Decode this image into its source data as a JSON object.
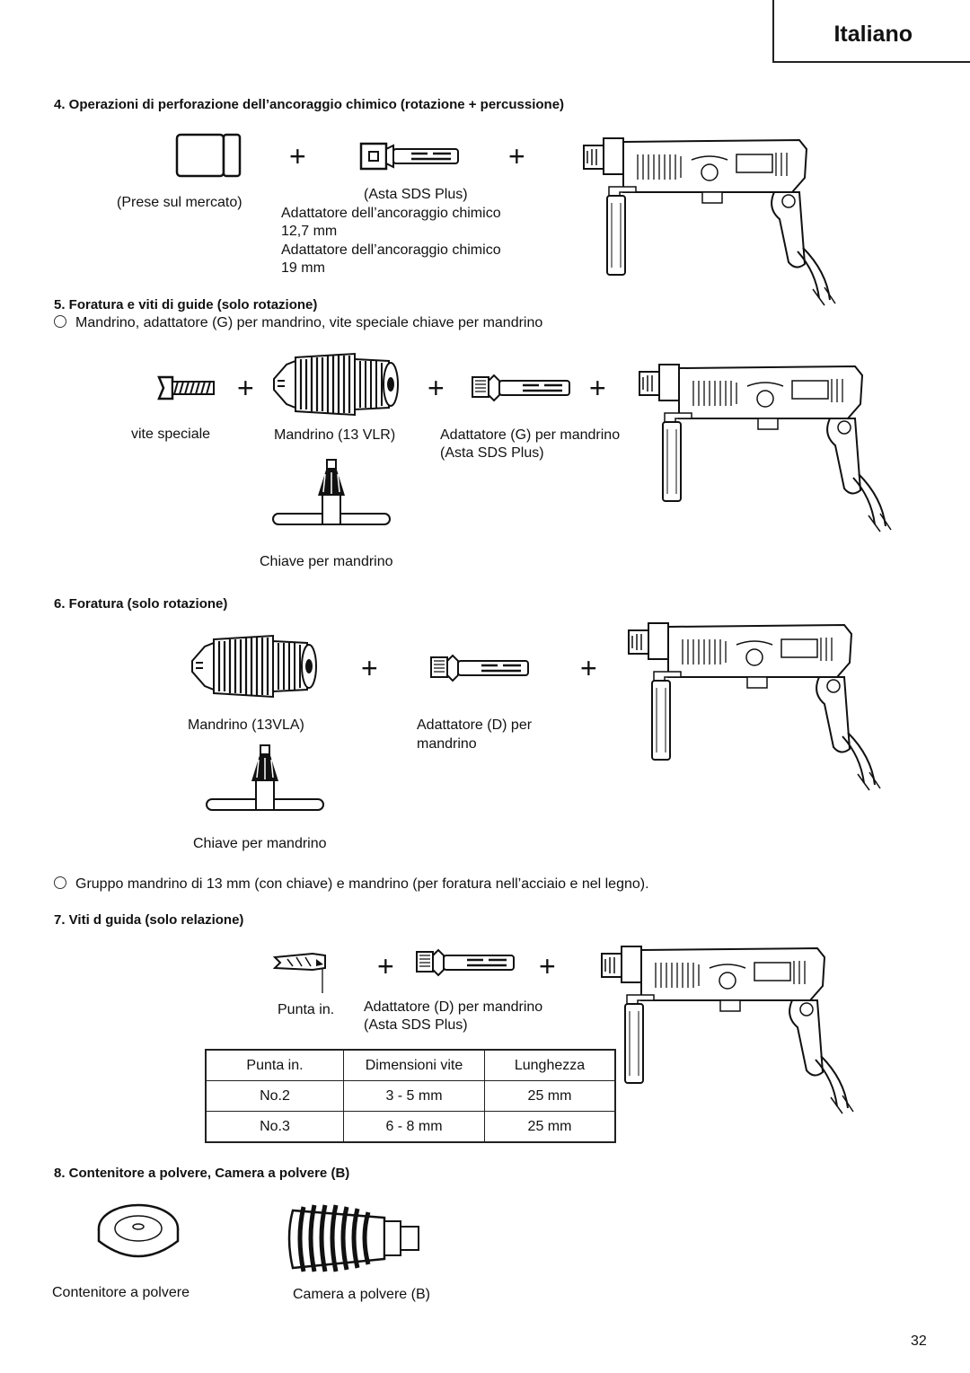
{
  "language": "Italiano",
  "page_number": "32",
  "s4": {
    "heading": "4.  Operazioni di perforazione dell’ancoraggio chimico (rotazione + percussione)",
    "plus": "+",
    "cap_prese": "(Prese sul mercato)",
    "cap_asta": "(Asta SDS Plus)",
    "cap_ad1": "Adattatore dell’ancoraggio chimico",
    "cap_ad1_size": "12,7 mm",
    "cap_ad2": "Adattatore dell’ancoraggio chimico",
    "cap_ad2_size": "19 mm"
  },
  "s5": {
    "heading": "5.  Foratura e viti di guide (solo rotazione)",
    "bullet": "Mandrino, adattatore (G) per mandrino, vite speciale chiave per mandrino",
    "cap_vite": "vite speciale",
    "cap_mandrino": "Mandrino (13 VLR)",
    "cap_adattatore": "Adattatore (G) per mandrino",
    "cap_asta": "(Asta SDS Plus)",
    "cap_chiave": "Chiave per mandrino"
  },
  "s6": {
    "heading": "6.  Foratura (solo rotazione)",
    "cap_mandrino": "Mandrino (13VLA)",
    "cap_adattatore": "Adattatore (D) per",
    "cap_adattatore2": "mandrino",
    "cap_chiave": "Chiave per mandrino",
    "bullet": "Gruppo mandrino di 13 mm (con chiave) e mandrino (per foratura nell’acciaio e nel legno)."
  },
  "s7": {
    "heading": "7.  Viti d guida (solo relazione)",
    "cap_punta": "Punta in.",
    "cap_adattatore": "Adattatore (D) per mandrino",
    "cap_asta": "(Asta SDS Plus)",
    "table": {
      "headers": [
        "Punta in.",
        "Dimensioni vite",
        "Lunghezza"
      ],
      "rows": [
        [
          "No.2",
          "3 - 5 mm",
          "25 mm"
        ],
        [
          "No.3",
          "6 - 8 mm",
          "25 mm"
        ]
      ]
    }
  },
  "s8": {
    "heading": "8.  Contenitore a polvere, Camera a polvere (B)",
    "cap_contenitore": "Contenitore a polvere",
    "cap_camera": "Camera a polvere (B)"
  },
  "icons": [
    "socket-illustration",
    "sds-adapter-illustration",
    "hammer-drill-illustration",
    "special-screw-illustration",
    "chuck-illustration",
    "chuck-key-illustration",
    "screw-bit-illustration",
    "dust-cup-illustration",
    "dust-boot-illustration"
  ]
}
